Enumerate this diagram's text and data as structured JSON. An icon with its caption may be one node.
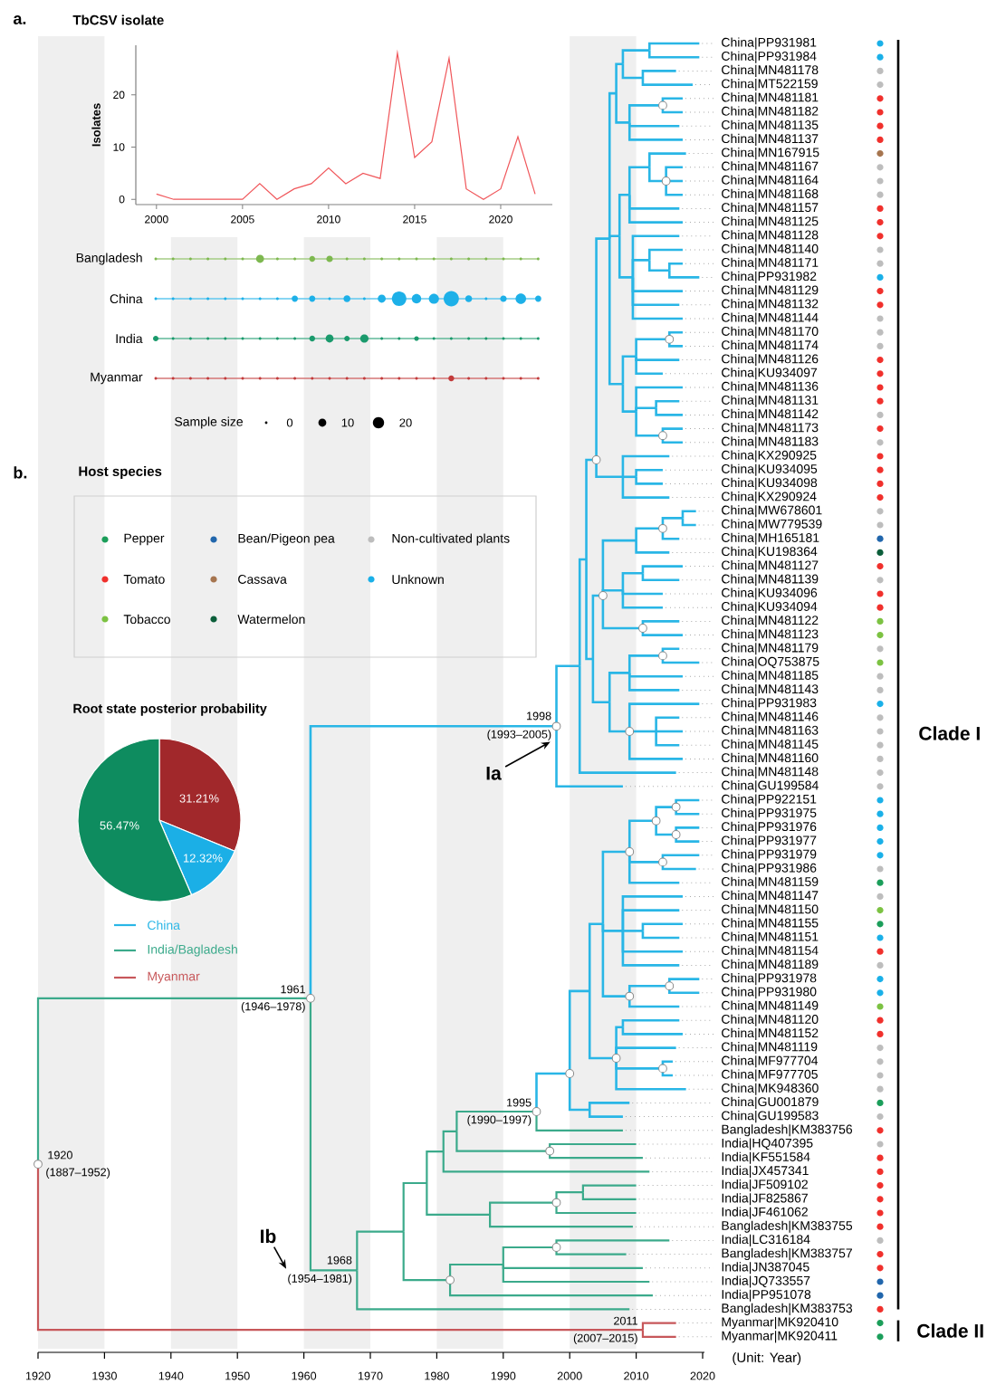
{
  "diagram": {
    "nodes": [
      {
        "text": [
          "Ia"
        ]
      },
      {
        "text": [
          "Ib"
        ]
      },
      {
        "text": [
          "1998",
          "(1993–2005)"
        ]
      },
      {
        "text": [
          "1968",
          "(1954–1981)"
        ]
      }
    ],
    "edges": [
      {
        "from": 0,
        "to": 2,
        "arrow": "to"
      },
      {
        "from": 1,
        "to": 3,
        "arrow": "to"
      }
    ],
    "labels": [
      "a.",
      "TbCSV isolate",
      "Bangladesh",
      "China",
      "India",
      "Myanmar",
      "Sample size",
      "b.",
      "Host species",
      "Root state posterior probability",
      "31.21%",
      "56.47%",
      "12.32%",
      "China|PP931981",
      "China|PP931984",
      "China|MN481178",
      "China|MT522159",
      "China|MN481181",
      "China|MN481182",
      "China|MN481135",
      "China|MN481137",
      "China|MN167915",
      "China|MN481167",
      "China|MN481164",
      "China|MN481168",
      "China|MN481157",
      "China|MN481125",
      "China|MN481128",
      "China|MN481140",
      "China|MN481171",
      "China|PP931982",
      "China|MN481129",
      "China|MN481132",
      "China|MN481144",
      "China|MN481170",
      "China|MN481174",
      "China|MN481126",
      "China|KU934097",
      "China|MN481136",
      "China|MN481131",
      "China|MN481142",
      "China|MN481173",
      "China|MN481183",
      "China|KX290925",
      "China|KU934095",
      "China|KU934098",
      "China|KX290924",
      "China|MW678601",
      "China|MW779539",
      "China|MH165181",
      "China|KU198364",
      "China|MN481127",
      "China|MN481139",
      "China|KU934096",
      "China|KU934094",
      "China|MN481122",
      "China|MN481123",
      "China|MN481179",
      "China|OQ753875",
      "China|MN481185",
      "China|MN481143",
      "China|PP931983",
      "China|MN481146",
      "China|MN481163",
      "China|MN481145",
      "China|MN481160",
      "China|MN481148",
      "China|GU199584",
      "China|PP922151",
      "China|PP931975",
      "China|PP931976",
      "China|PP931977",
      "China|PP931979",
      "China|PP931986",
      "China|MN481159",
      "China|MN481147",
      "China|MN481150",
      "China|MN481155",
      "China|MN481151",
      "China|MN481154",
      "China|MN481189",
      "China|PP931978",
      "China|PP931980",
      "China|MN481149",
      "China|MN481120",
      "China|MN481152",
      "China|MN481119",
      "China|MF977704",
      "China|MF977705",
      "China|MK948360",
      "China|GU001879",
      "China|GU199583",
      "Bangladesh|KM383756",
      "India|HQ407395",
      "India|KF551584",
      "India|JX457341",
      "India|JF509102",
      "India|JF825867",
      "India|JF461062",
      "Bangladesh|KM383755",
      "India|LC316184",
      "Bangladesh|KM383757",
      "India|JN387045",
      "India|JQ733557",
      "India|PP951078",
      "Bangladesh|KM383753",
      "Myanmar|MK920410",
      "Myanmar|MK920411",
      "1961",
      "(1946–1978)",
      "1920",
      "(1887–1952)",
      "1995",
      "(1990–1997)",
      "2011",
      "(2007–2015)",
      "Clade I",
      "Clade II",
      "1920",
      "1930",
      "1940",
      "1950",
      "1960",
      "1970",
      "1980",
      "1990",
      "2000",
      "2010",
      "2020",
      "(Unit: Year)"
    ],
    "legend": [
      {
        "text": "0"
      },
      {
        "text": "10"
      },
      {
        "text": "20"
      },
      {
        "text": "Pepper",
        "color": "#1b9e5a"
      },
      {
        "text": "Bean/Pigeon pea",
        "color": "#2166ac"
      },
      {
        "text": "Non-cultivated plants",
        "color": "#bdbdbd"
      },
      {
        "text": "Tomato",
        "color": "#f0302c"
      },
      {
        "text": "Cassava",
        "color": "#a6754f"
      },
      {
        "text": "Unknown",
        "color": "#1ab0e8"
      },
      {
        "text": "Tobacco",
        "color": "#7cc242"
      },
      {
        "text": "Watermelon",
        "color": "#0b5e3a"
      },
      {
        "text": "China"
      },
      {
        "text": "India/Bagladesh"
      },
      {
        "text": "Myanmar"
      }
    ],
    "chart_data": {
      "type": "line",
      "ylabel": "Isolates",
      "x": [
        2000,
        2001,
        2002,
        2003,
        2004,
        2005,
        2006,
        2007,
        2008,
        2009,
        2010,
        2011,
        2012,
        2013,
        2014,
        2015,
        2016,
        2017,
        2018,
        2019,
        2020,
        2021,
        2022
      ],
      "series": [
        {
          "color": "#f0575b",
          "values": [
            1,
            0,
            0,
            0,
            0,
            0,
            3,
            0,
            2,
            3,
            6,
            3,
            5,
            4,
            28,
            8,
            11,
            27,
            2,
            0,
            2,
            12,
            1
          ]
        }
      ],
      "xlim": [
        1998.8,
        2023
      ],
      "ylim": [
        -1,
        29.5
      ],
      "xticks": [
        2000,
        2005,
        2010,
        2015,
        2020
      ],
      "yticks": [
        0,
        10,
        20
      ]
    }
  }
}
